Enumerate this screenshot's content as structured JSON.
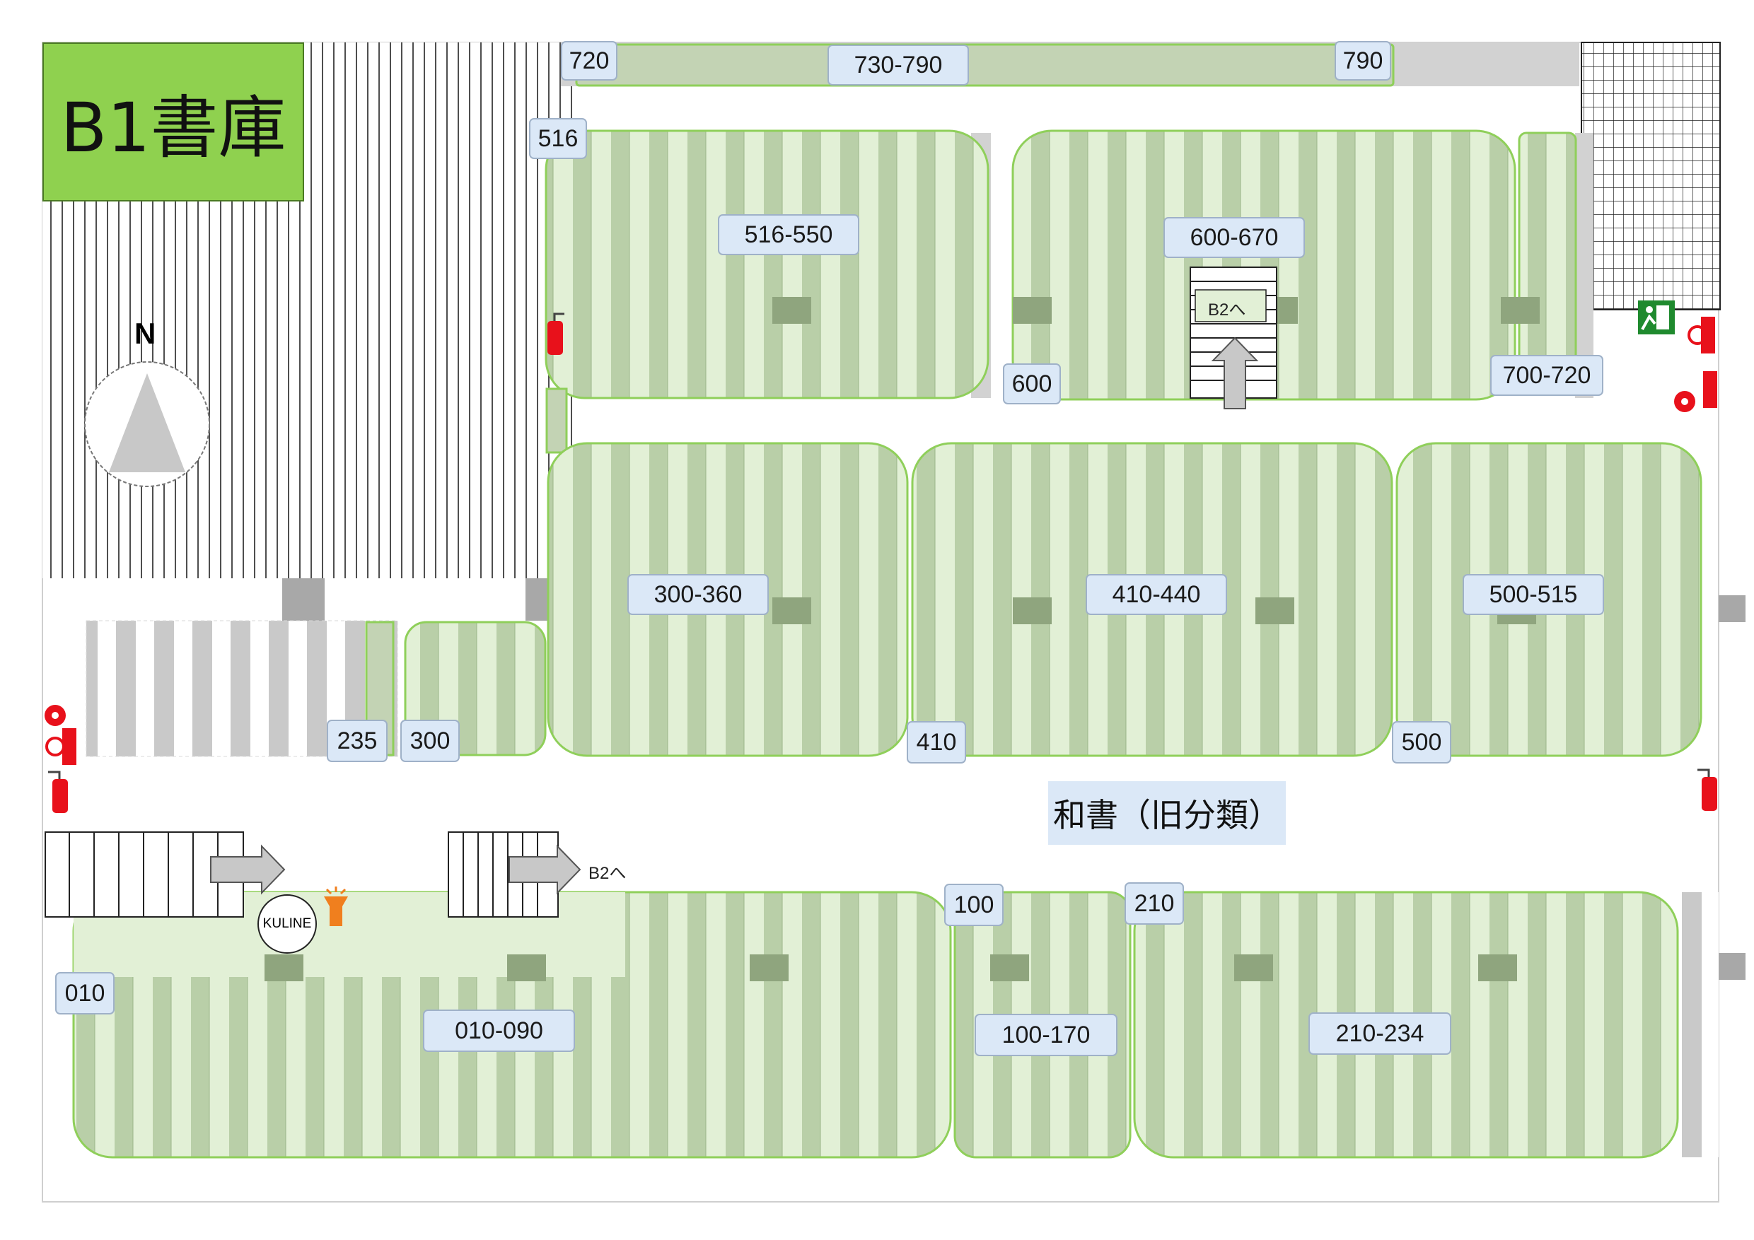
{
  "title": "B1書庫",
  "compass": {
    "north_label": "N"
  },
  "legend": "和書（旧分類）",
  "stairs": {
    "upper_label": "B2へ",
    "lower_label": "B2へ"
  },
  "kuline": "KULINE",
  "ranges": {
    "r730_790": "730-790",
    "r516_550": "516-550",
    "r600_670": "600-670",
    "r700_720": "700-720",
    "r300_360": "300-360",
    "r410_440": "410-440",
    "r500_515": "500-515",
    "r010_090": "010-090",
    "r100_170": "100-170",
    "r210_234": "210-234"
  },
  "markers": {
    "m720": "720",
    "m790": "790",
    "m516": "516",
    "m600": "600",
    "m235": "235",
    "m300": "300",
    "m410": "410",
    "m500": "500",
    "m010": "010",
    "m100": "100",
    "m210": "210"
  },
  "icons": {
    "fire_extinguisher": "fire-extinguisher-icon",
    "fire_alarm": "fire-alarm-icon",
    "fire_hose": "fire-hose-icon",
    "emergency_exit": "emergency-exit-icon",
    "flashlight": "flashlight-icon"
  },
  "colors": {
    "title_bg": "#8fd14f",
    "zone_fill": "#e2f0d6",
    "zone_border": "#8fcf5a",
    "shelf": "#b5c8a6",
    "label_bg": "#dbe8f7",
    "fire": "#e8111b",
    "exit": "#1f8a2e"
  }
}
